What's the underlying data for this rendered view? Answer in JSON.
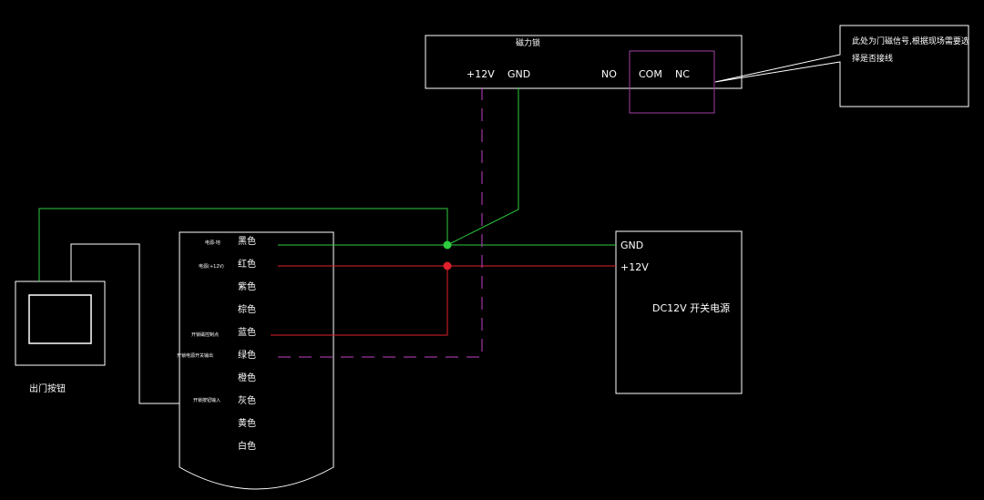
{
  "colors": {
    "background": "#000000",
    "box_stroke": "#ffffff",
    "ground_wire": "#2ecc40",
    "power_wire": "#e0202a",
    "signal_wire": "#c23fc2",
    "signal_box": "#a040a0",
    "text": "#ffffff"
  },
  "maglock": {
    "title": "磁力锁",
    "terminals": [
      "+12V",
      "GND",
      "NO",
      "COM",
      "NC"
    ]
  },
  "note": {
    "line1": "此处为门磁信号,根据现场需要选",
    "line2": "择是否接线"
  },
  "exit_button": {
    "label": "出门按钮"
  },
  "controller": {
    "left_labels": {
      "gnd": "电源-地",
      "power": "电源(+12V)",
      "sensor": "开锁磁控制点",
      "switch": "开锁电源开关输出",
      "exit": "开锁按钮输入"
    },
    "wire_colors": [
      "黑色",
      "红色",
      "紫色",
      "棕色",
      "蓝色",
      "绿色",
      "橙色",
      "灰色",
      "黄色",
      "白色"
    ]
  },
  "psu": {
    "gnd_label": "GND",
    "v12_label": "+12V",
    "title": "DC12V 开关电源"
  }
}
